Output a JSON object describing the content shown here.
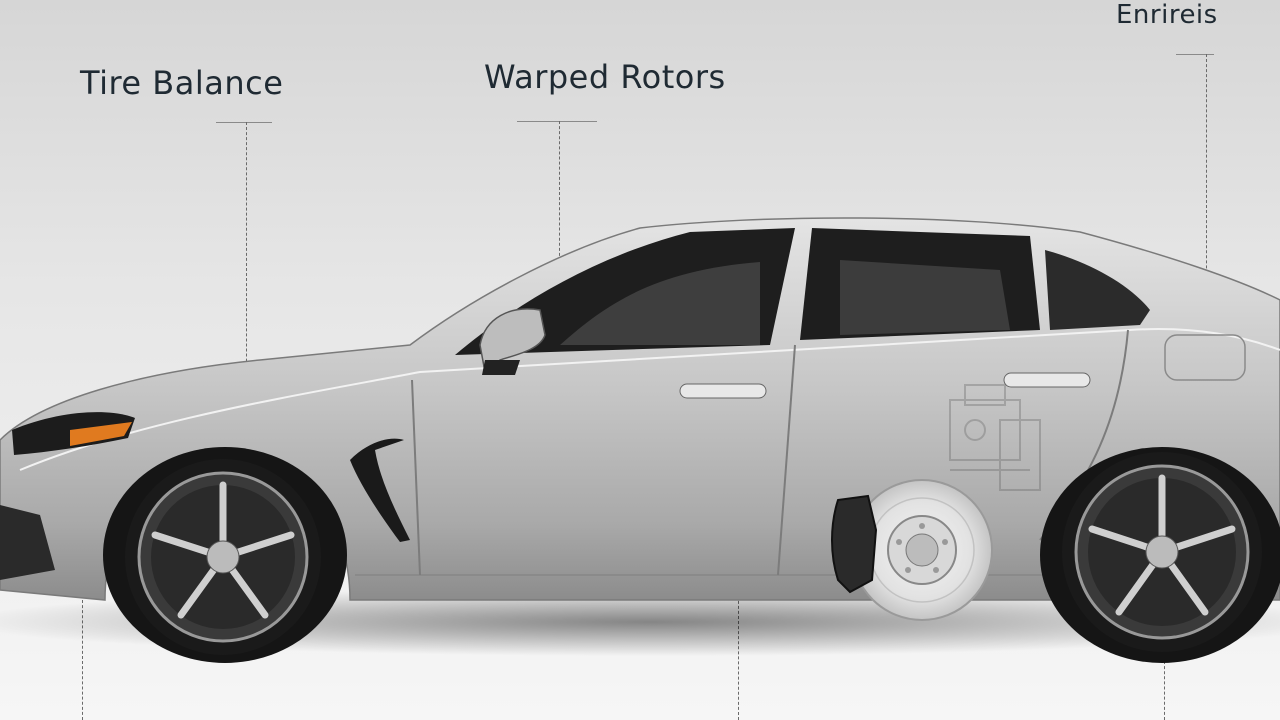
{
  "callouts": {
    "tire_balance": "Tire Balance",
    "warped_rotors": "Warped Rotors",
    "third": "Enrireis"
  },
  "colors": {
    "body": "#c9c9c9",
    "window": "#1b1b1b",
    "headlight_amber": "#e07a1f",
    "text": "#1f2a33"
  },
  "icons": [
    "car-illustration",
    "brake-rotor-icon",
    "brake-caliper-icon",
    "wheel-icon"
  ]
}
